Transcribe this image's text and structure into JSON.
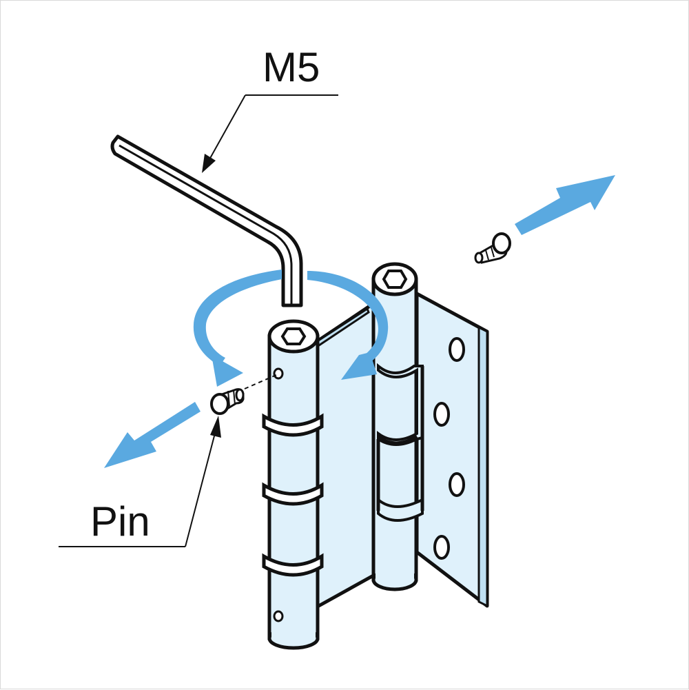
{
  "labels": {
    "wrench": "M5",
    "pin": "Pin"
  },
  "colors": {
    "arrow": "#5aa9e0",
    "hinge_fill": "#dff1fb",
    "outline": "#111111"
  },
  "icons": [
    "hex-key",
    "hinge",
    "hinge-pin",
    "rotate-arrow",
    "move-arrow"
  ]
}
